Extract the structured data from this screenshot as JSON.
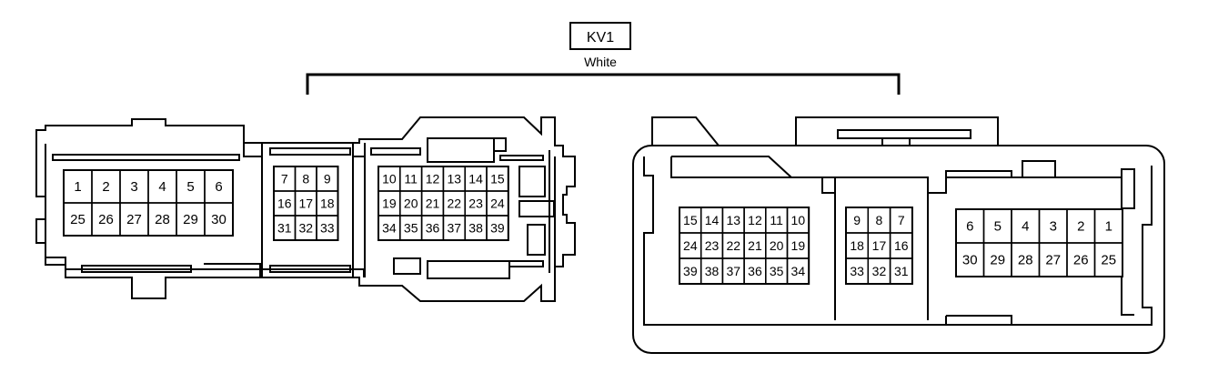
{
  "connector": {
    "label": "KV1",
    "color_text": "White"
  },
  "colors": {
    "stroke": "#000000",
    "background": "#ffffff"
  },
  "left_view": {
    "blocks": [
      {
        "rows": [
          [
            "1",
            "2",
            "3",
            "4",
            "5",
            "6"
          ],
          [
            "25",
            "26",
            "27",
            "28",
            "29",
            "30"
          ]
        ]
      },
      {
        "rows": [
          [
            "7",
            "8",
            "9"
          ],
          [
            "16",
            "17",
            "18"
          ],
          [
            "31",
            "32",
            "33"
          ]
        ]
      },
      {
        "rows": [
          [
            "10",
            "11",
            "12",
            "13",
            "14",
            "15"
          ],
          [
            "19",
            "20",
            "21",
            "22",
            "23",
            "24"
          ],
          [
            "34",
            "35",
            "36",
            "37",
            "38",
            "39"
          ]
        ]
      }
    ]
  },
  "right_view": {
    "blocks": [
      {
        "rows": [
          [
            "15",
            "14",
            "13",
            "12",
            "11",
            "10"
          ],
          [
            "24",
            "23",
            "22",
            "21",
            "20",
            "19"
          ],
          [
            "39",
            "38",
            "37",
            "36",
            "35",
            "34"
          ]
        ]
      },
      {
        "rows": [
          [
            "9",
            "8",
            "7"
          ],
          [
            "18",
            "17",
            "16"
          ],
          [
            "33",
            "32",
            "31"
          ]
        ]
      },
      {
        "rows": [
          [
            "6",
            "5",
            "4",
            "3",
            "2",
            "1"
          ],
          [
            "30",
            "29",
            "28",
            "27",
            "26",
            "25"
          ]
        ]
      }
    ]
  }
}
